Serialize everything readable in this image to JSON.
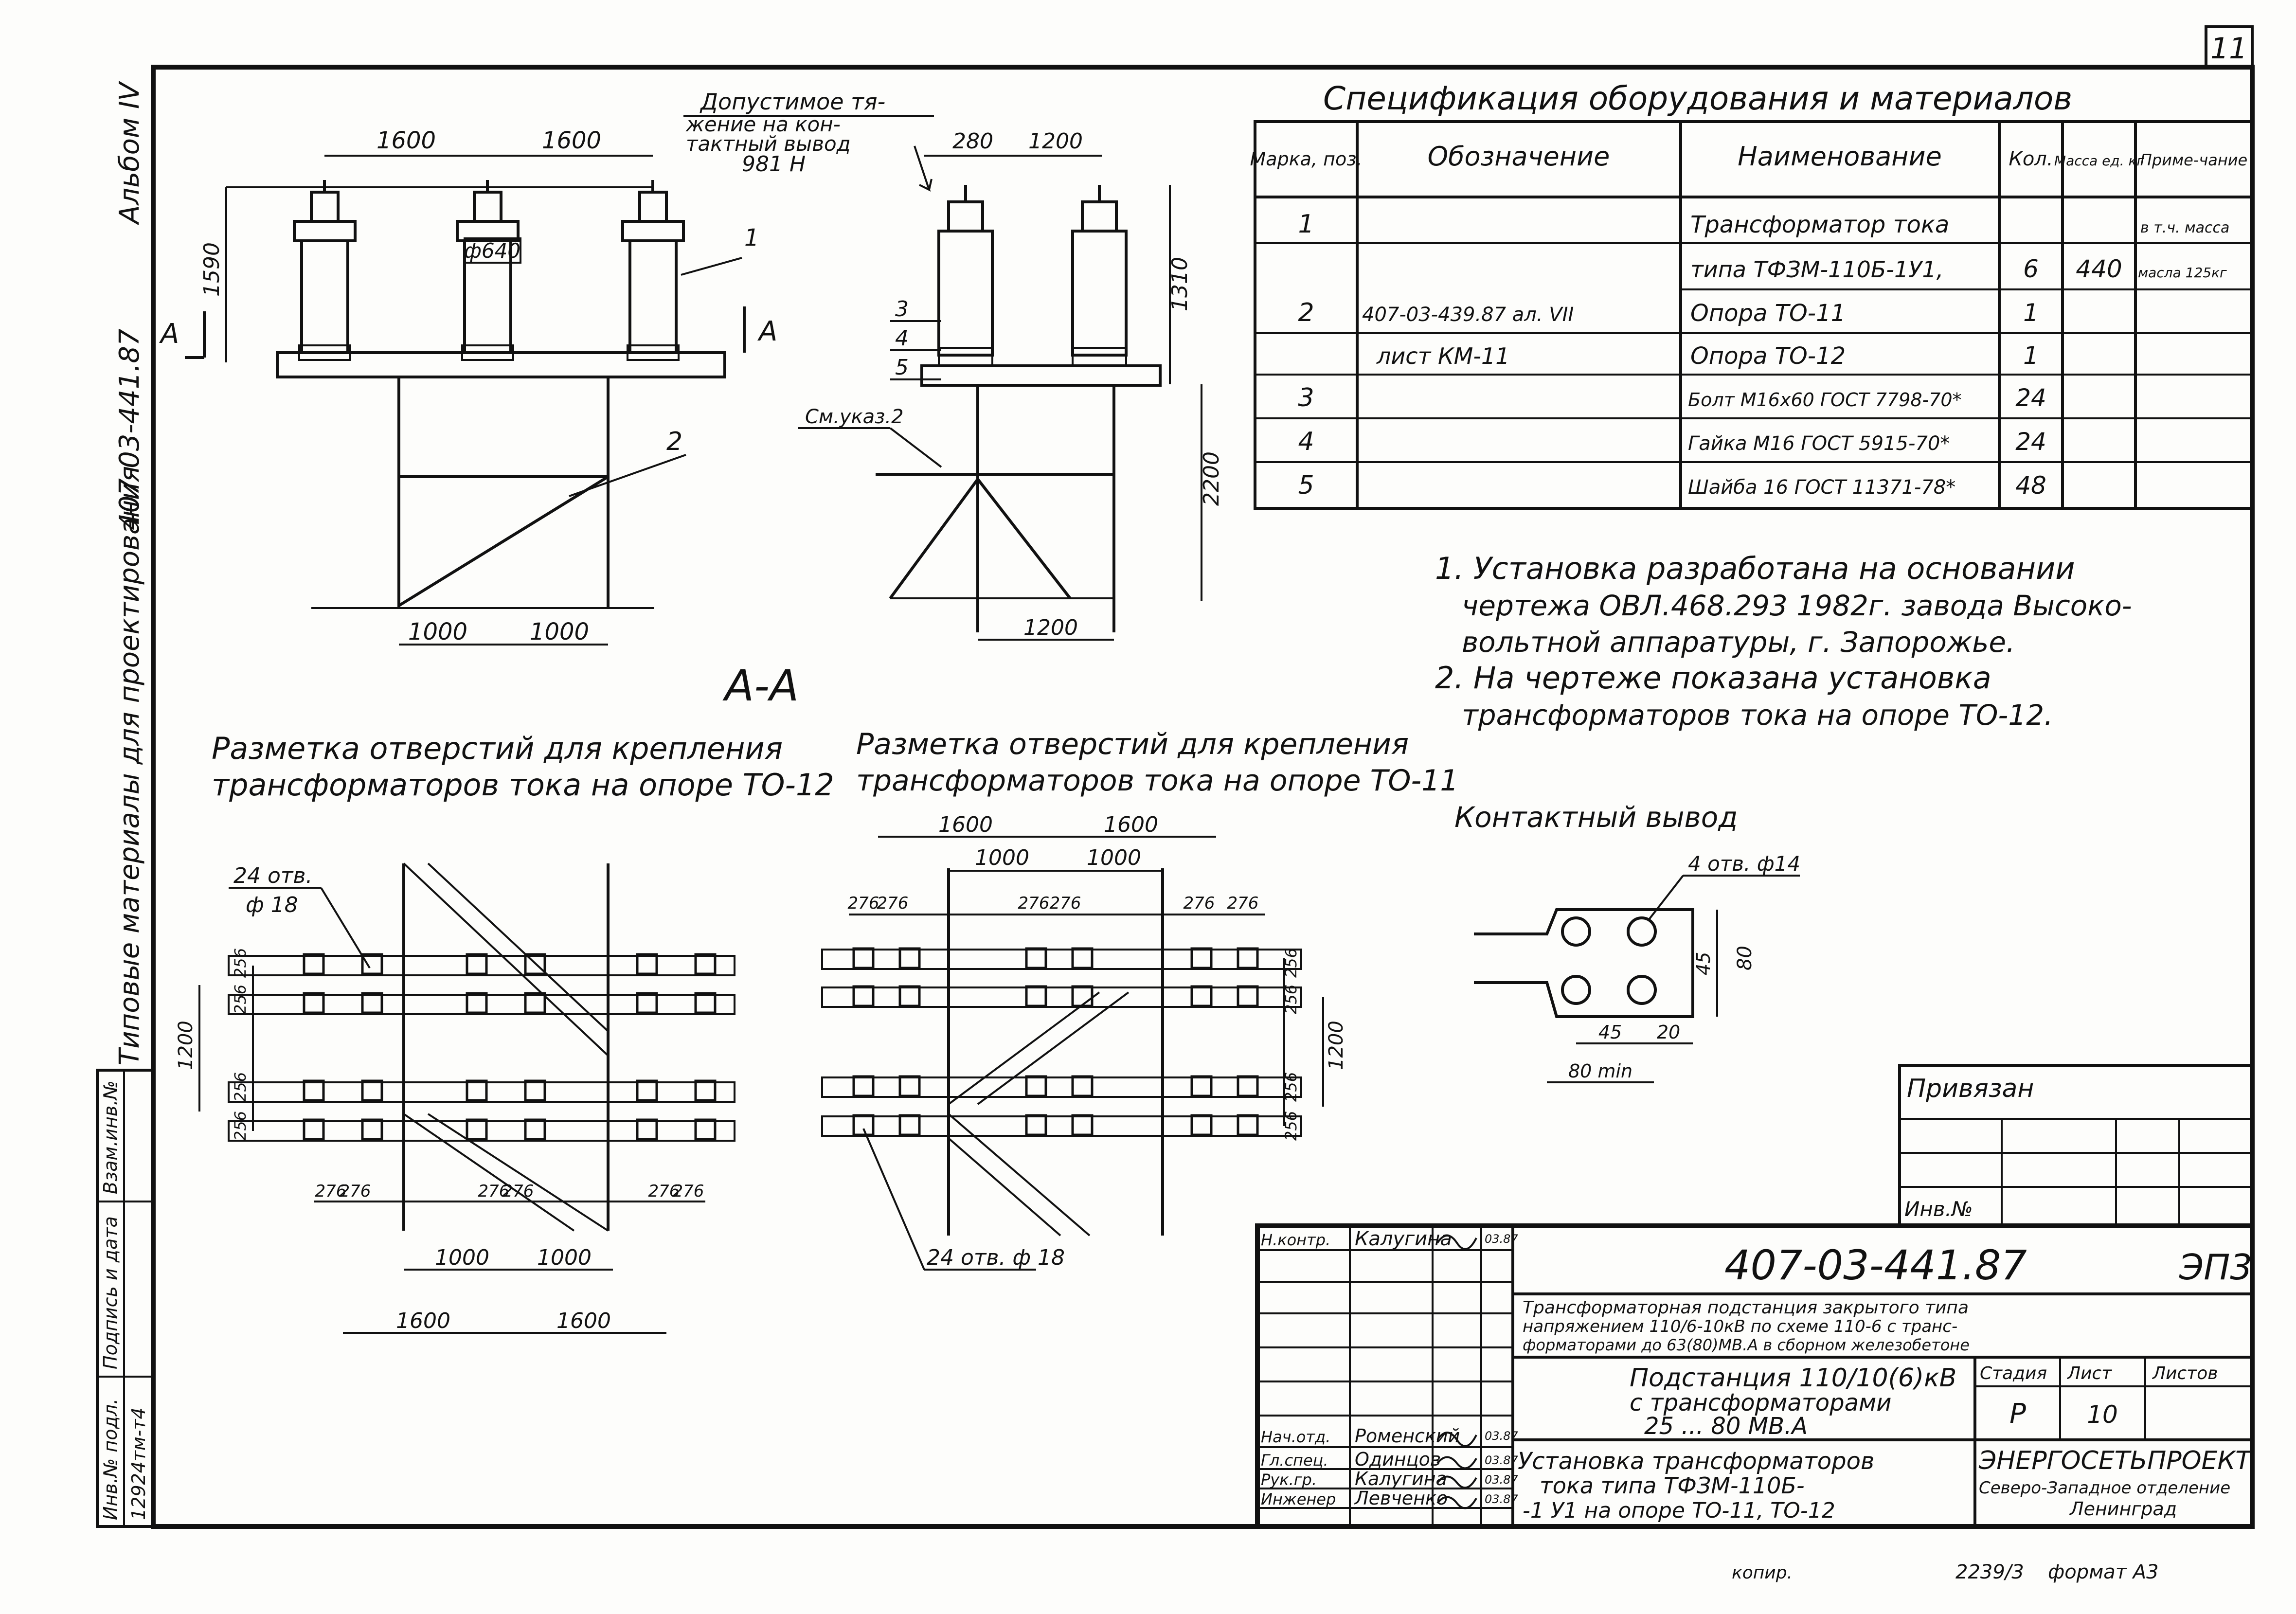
{
  "sheet_number": "11",
  "album_label": "Альбом IV",
  "album_code": "407-03-441.87",
  "side_title": "Типовые материалы для проектирования",
  "side_stamp": {
    "rows": [
      "Инв.№ подл.",
      "Подпись и дата",
      "Взам.инв.№"
    ],
    "value": "12924тм-т4"
  },
  "spec": {
    "title": "Спецификация оборудования и материалов",
    "headers": [
      "Марка, поз.",
      "Обозначение",
      "Наименование",
      "Кол.",
      "Масса ед. кг",
      "Приме-чание"
    ],
    "rows": [
      {
        "pos": "1",
        "designation": "",
        "name": "Трансформатор тока",
        "qty": "",
        "mass": "",
        "note": "в т.ч. масса"
      },
      {
        "pos": "",
        "designation": "",
        "name": "типа ТФЗМ-110Б-1У1,",
        "qty": "6",
        "mass": "440",
        "note": "масла 125кг"
      },
      {
        "pos": "2",
        "designation": "407-03-439.87 ал. VII",
        "name": "Опора ТО-11",
        "qty": "1",
        "mass": "",
        "note": ""
      },
      {
        "pos": "",
        "designation": "лист КМ-11",
        "name": "Опора ТО-12",
        "qty": "1",
        "mass": "",
        "note": ""
      },
      {
        "pos": "3",
        "designation": "",
        "name": "Болт М16х60 ГОСТ 7798-70*",
        "qty": "24",
        "mass": "",
        "note": ""
      },
      {
        "pos": "4",
        "designation": "",
        "name": "Гайка М16 ГОСТ 5915-70*",
        "qty": "24",
        "mass": "",
        "note": ""
      },
      {
        "pos": "5",
        "designation": "",
        "name": "Шайба 16 ГОСТ 11371-78*",
        "qty": "48",
        "mass": "",
        "note": ""
      }
    ]
  },
  "notes": [
    "1. Установка разработана на основании",
    "чертежа ОВЛ.468.293 1982г. завода Высоко-",
    "вольтной аппаратуры, г. Запорожье.",
    "2. На чертеже показана установка",
    "трансформаторов тока на опоре ТО-12."
  ],
  "drawing_labels": {
    "allowable_tension": [
      "Допустимое тя-",
      "жение на кон-",
      "тактный вывод",
      "981 Н"
    ],
    "dim_1600a": "1600",
    "dim_1600b": "1600",
    "dim_1590": "1590",
    "dim_640": "ф640",
    "dim_1000a": "1000",
    "dim_1000b": "1000",
    "dim_280": "280",
    "dim_1200top": "1200",
    "dim_1310": "1310",
    "dim_2200": "2200",
    "dim_1200side": "1200",
    "see_note": "См.указ.2",
    "pos1": "1",
    "pos2": "2",
    "pos3": "3",
    "pos4": "4",
    "pos5": "5",
    "section_a": "А",
    "section_aa": "А-А",
    "marking_to12": [
      "Разметка отверстий для крепления",
      "трансформаторов тока на опоре ТО-12"
    ],
    "marking_to11": [
      "Разметка отверстий для крепления",
      "трансформаторов тока на опоре ТО-11"
    ],
    "holes_24_18_a": [
      "24 отв.",
      "ф 18"
    ],
    "holes_24_18_b": "24 отв. ф 18",
    "dim_256": "256",
    "dim_276": "276",
    "dim_1200v": "1200",
    "contact_title": "Контактный вывод",
    "contact_holes": "4 отв. ф14",
    "contact_45": "45",
    "contact_80": "80",
    "contact_20": "20",
    "contact_45b": "45",
    "contact_80min": "80 min"
  },
  "privyazan": {
    "title": "Привязан",
    "inv": "Инв.№"
  },
  "title_block": {
    "code": "407-03-441.87",
    "mark": "ЭП3",
    "description": [
      "Трансформаторная подстанция закрытого типа",
      "напряжением 110/6-10кВ по схеме 110-6 с транс-",
      "форматорами до 63(80)МВ.А в сборном железобетоне"
    ],
    "subtitle": [
      "Подстанция 110/10(6)кВ",
      "с трансформаторами",
      "25 ... 80 МВ.А"
    ],
    "stage_head": "Стадия",
    "sheet_head": "Лист",
    "sheets_head": "Листов",
    "stage": "Р",
    "sheet": "10",
    "sheets": "",
    "sheet_title": [
      "Установка трансформаторов",
      "тока типа ТФЗМ-110Б-",
      "-1 У1 на опоре ТО-11, ТО-12"
    ],
    "org": [
      "ЭНЕРГОСЕТЬПРОЕКТ",
      "Северо-Западное отделение",
      "Ленинград"
    ],
    "people": [
      {
        "role": "Н.контр.",
        "name": "Калугина",
        "date": "03.87"
      },
      {
        "role": "Нач.отд.",
        "name": "Роменский",
        "date": "03.87"
      },
      {
        "role": "Гл.спец.",
        "name": "Одинцов",
        "date": "03.87"
      },
      {
        "role": "Рук.гр.",
        "name": "Калугина",
        "date": "03.87"
      },
      {
        "role": "Инженер",
        "name": "Левченко",
        "date": "03.87"
      }
    ]
  },
  "footer": {
    "copied": "копир.",
    "number": "2239/3",
    "format": "формат А3"
  }
}
